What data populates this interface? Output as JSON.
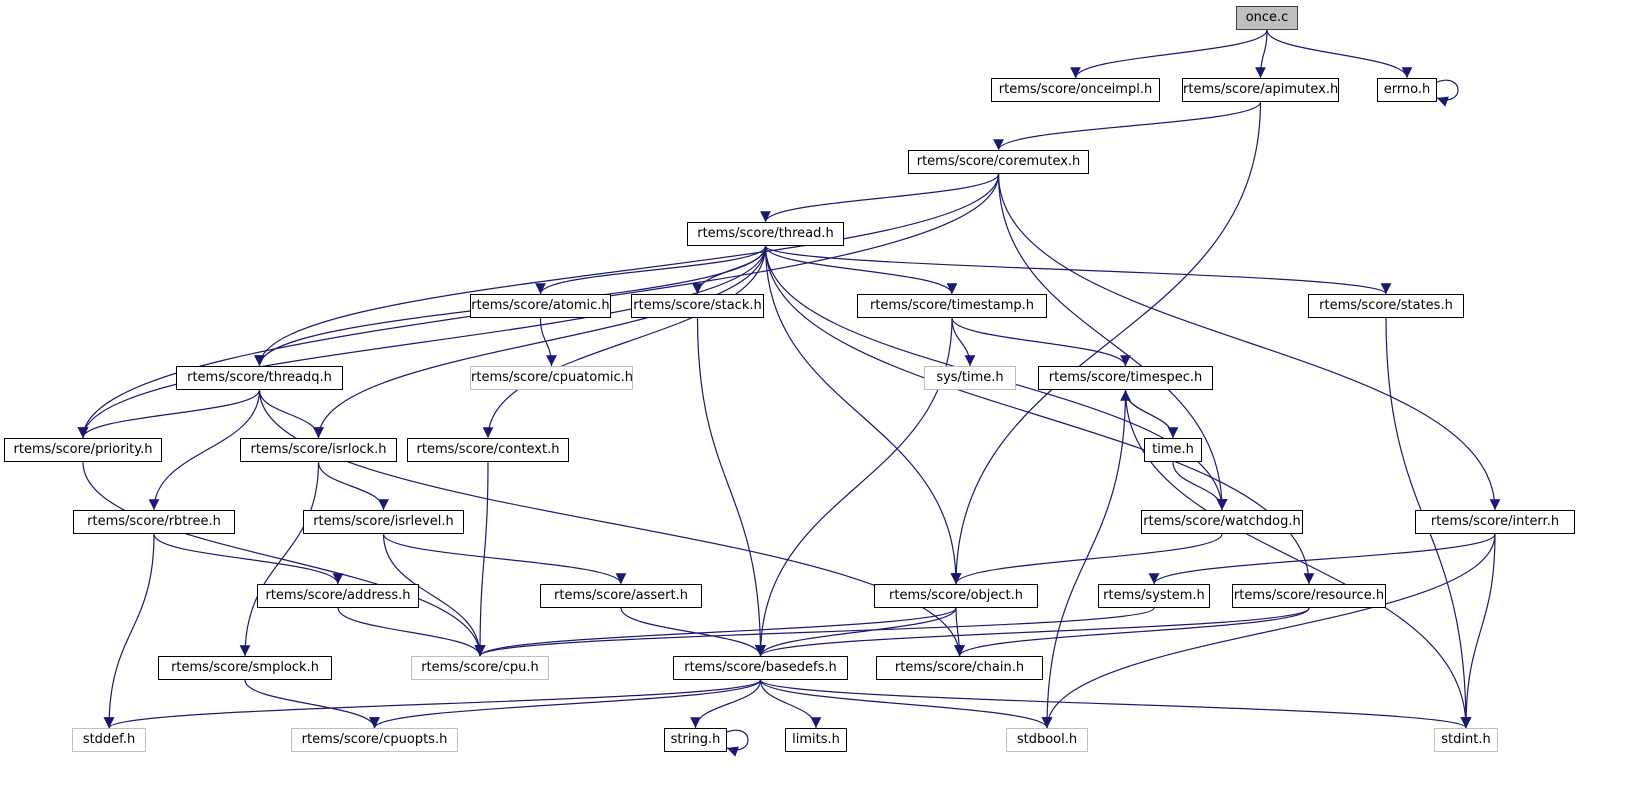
{
  "title": "once.c include dependency graph",
  "colors": {
    "edge": "#191970",
    "root_fill": "#bfbfbf",
    "external_border": "#bfbfbf",
    "node_border": "#000000"
  },
  "nodes": [
    {
      "id": "once_c",
      "label": "once.c",
      "kind": "root"
    },
    {
      "id": "onceimpl",
      "label": "rtems/score/onceimpl.h",
      "kind": "internal"
    },
    {
      "id": "apimutex",
      "label": "rtems/score/apimutex.h",
      "kind": "internal"
    },
    {
      "id": "errno",
      "label": "errno.h",
      "kind": "internal"
    },
    {
      "id": "coremutex",
      "label": "rtems/score/coremutex.h",
      "kind": "internal"
    },
    {
      "id": "thread",
      "label": "rtems/score/thread.h",
      "kind": "internal"
    },
    {
      "id": "atomic",
      "label": "rtems/score/atomic.h",
      "kind": "internal"
    },
    {
      "id": "stack",
      "label": "rtems/score/stack.h",
      "kind": "internal"
    },
    {
      "id": "timestamp",
      "label": "rtems/score/timestamp.h",
      "kind": "internal"
    },
    {
      "id": "states",
      "label": "rtems/score/states.h",
      "kind": "internal"
    },
    {
      "id": "threadq",
      "label": "rtems/score/threadq.h",
      "kind": "internal"
    },
    {
      "id": "cpuatomic",
      "label": "rtems/score/cpuatomic.h",
      "kind": "external"
    },
    {
      "id": "systime",
      "label": "sys/time.h",
      "kind": "external"
    },
    {
      "id": "timespec",
      "label": "rtems/score/timespec.h",
      "kind": "internal"
    },
    {
      "id": "priority",
      "label": "rtems/score/priority.h",
      "kind": "internal"
    },
    {
      "id": "isrlock",
      "label": "rtems/score/isrlock.h",
      "kind": "internal"
    },
    {
      "id": "context",
      "label": "rtems/score/context.h",
      "kind": "internal"
    },
    {
      "id": "time",
      "label": "time.h",
      "kind": "internal"
    },
    {
      "id": "rbtree",
      "label": "rtems/score/rbtree.h",
      "kind": "internal"
    },
    {
      "id": "isrlevel",
      "label": "rtems/score/isrlevel.h",
      "kind": "internal"
    },
    {
      "id": "watchdog",
      "label": "rtems/score/watchdog.h",
      "kind": "internal"
    },
    {
      "id": "interr",
      "label": "rtems/score/interr.h",
      "kind": "internal"
    },
    {
      "id": "address",
      "label": "rtems/score/address.h",
      "kind": "internal"
    },
    {
      "id": "assert",
      "label": "rtems/score/assert.h",
      "kind": "internal"
    },
    {
      "id": "object",
      "label": "rtems/score/object.h",
      "kind": "internal"
    },
    {
      "id": "system",
      "label": "rtems/system.h",
      "kind": "internal"
    },
    {
      "id": "resource",
      "label": "rtems/score/resource.h",
      "kind": "internal"
    },
    {
      "id": "smplock",
      "label": "rtems/score/smplock.h",
      "kind": "internal"
    },
    {
      "id": "cpu",
      "label": "rtems/score/cpu.h",
      "kind": "external"
    },
    {
      "id": "basedefs",
      "label": "rtems/score/basedefs.h",
      "kind": "internal"
    },
    {
      "id": "chain",
      "label": "rtems/score/chain.h",
      "kind": "internal"
    },
    {
      "id": "stddef",
      "label": "stddef.h",
      "kind": "external"
    },
    {
      "id": "cpuopts",
      "label": "rtems/score/cpuopts.h",
      "kind": "external"
    },
    {
      "id": "string",
      "label": "string.h",
      "kind": "internal"
    },
    {
      "id": "limits",
      "label": "limits.h",
      "kind": "internal"
    },
    {
      "id": "stdbool",
      "label": "stdbool.h",
      "kind": "external"
    },
    {
      "id": "stdint",
      "label": "stdint.h",
      "kind": "external"
    }
  ],
  "edges": [
    [
      "once_c",
      "onceimpl"
    ],
    [
      "once_c",
      "apimutex"
    ],
    [
      "once_c",
      "errno"
    ],
    [
      "errno",
      "errno"
    ],
    [
      "apimutex",
      "coremutex"
    ],
    [
      "apimutex",
      "object"
    ],
    [
      "coremutex",
      "thread"
    ],
    [
      "coremutex",
      "threadq"
    ],
    [
      "coremutex",
      "priority"
    ],
    [
      "coremutex",
      "watchdog"
    ],
    [
      "coremutex",
      "interr"
    ],
    [
      "thread",
      "atomic"
    ],
    [
      "thread",
      "stack"
    ],
    [
      "thread",
      "timestamp"
    ],
    [
      "thread",
      "states"
    ],
    [
      "thread",
      "threadq"
    ],
    [
      "thread",
      "priority"
    ],
    [
      "thread",
      "isrlock"
    ],
    [
      "thread",
      "context"
    ],
    [
      "thread",
      "object"
    ],
    [
      "thread",
      "watchdog"
    ],
    [
      "thread",
      "resource"
    ],
    [
      "atomic",
      "cpuatomic"
    ],
    [
      "stack",
      "basedefs"
    ],
    [
      "timestamp",
      "systime"
    ],
    [
      "timestamp",
      "timespec"
    ],
    [
      "timestamp",
      "basedefs"
    ],
    [
      "states",
      "stdint"
    ],
    [
      "threadq",
      "priority"
    ],
    [
      "threadq",
      "isrlock"
    ],
    [
      "threadq",
      "rbtree"
    ],
    [
      "threadq",
      "chain"
    ],
    [
      "timespec",
      "time"
    ],
    [
      "timespec",
      "stdbool"
    ],
    [
      "timespec",
      "stdint"
    ],
    [
      "time",
      "timespec"
    ],
    [
      "time",
      "watchdog"
    ],
    [
      "priority",
      "cpu"
    ],
    [
      "isrlock",
      "isrlevel"
    ],
    [
      "isrlock",
      "smplock"
    ],
    [
      "context",
      "cpu"
    ],
    [
      "rbtree",
      "address"
    ],
    [
      "rbtree",
      "stddef"
    ],
    [
      "isrlevel",
      "assert"
    ],
    [
      "isrlevel",
      "cpu"
    ],
    [
      "watchdog",
      "object"
    ],
    [
      "interr",
      "system"
    ],
    [
      "interr",
      "stdbool"
    ],
    [
      "interr",
      "stdint"
    ],
    [
      "address",
      "cpu"
    ],
    [
      "assert",
      "basedefs"
    ],
    [
      "object",
      "cpu"
    ],
    [
      "object",
      "basedefs"
    ],
    [
      "object",
      "chain"
    ],
    [
      "system",
      "cpu"
    ],
    [
      "resource",
      "basedefs"
    ],
    [
      "resource",
      "chain"
    ],
    [
      "smplock",
      "cpuopts"
    ],
    [
      "basedefs",
      "stddef"
    ],
    [
      "basedefs",
      "cpuopts"
    ],
    [
      "basedefs",
      "string"
    ],
    [
      "basedefs",
      "limits"
    ],
    [
      "basedefs",
      "stdbool"
    ],
    [
      "basedefs",
      "stdint"
    ],
    [
      "string",
      "string"
    ]
  ]
}
